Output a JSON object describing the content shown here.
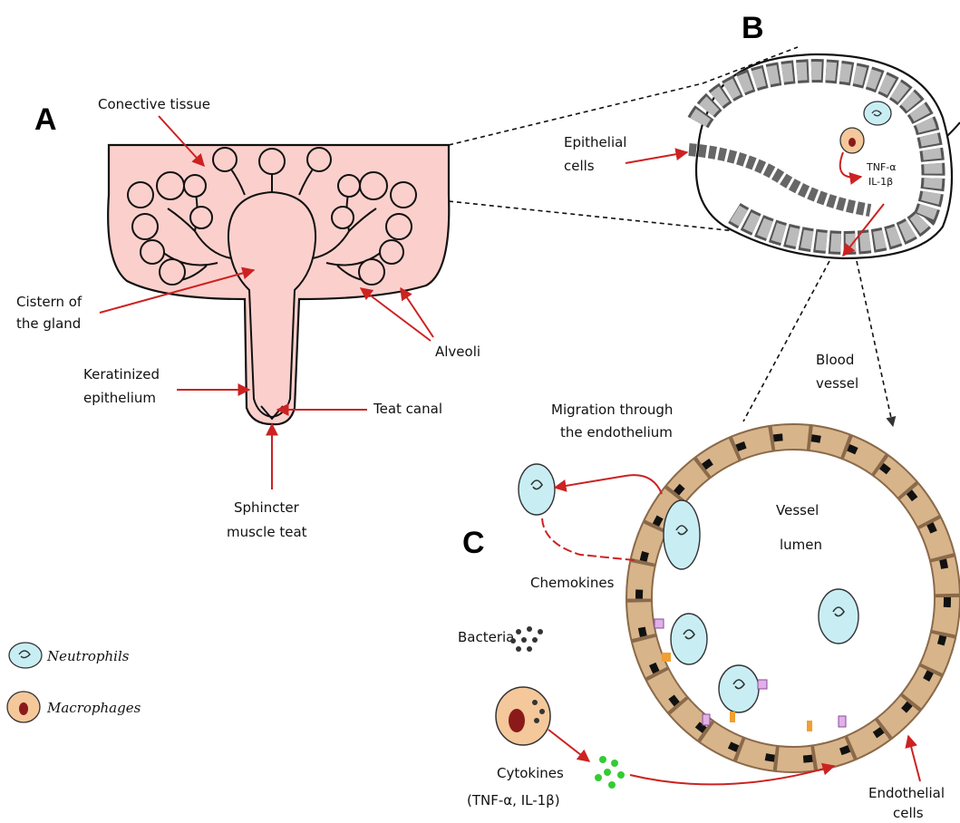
{
  "panels": {
    "a": "A",
    "b": "B",
    "c": "C"
  },
  "labels": {
    "conective_tissue": "Conective tissue",
    "cistern_1": "Cistern of",
    "cistern_2": "the gland",
    "keratinized_1": "Keratinized",
    "keratinized_2": "epithelium",
    "alveoli": "Alveoli",
    "teat_canal": "Teat canal",
    "sphincter_1": "Sphincter",
    "sphincter_2": "muscle teat",
    "epithelial_1": "Epithelial",
    "epithelial_2": "cells",
    "tnf": "TNF-α",
    "il1": "IL-1β",
    "blood_1": "Blood",
    "blood_2": "vessel",
    "migration_1": "Migration through",
    "migration_2": "the endothelium",
    "vessel_1": "Vessel",
    "vessel_2": "lumen",
    "chemokines": "Chemokines",
    "bacteria": "Bacteria",
    "cytokines": "Cytokines",
    "cytokines_sub": "(TNF-α, IL-1β)",
    "endothelial_1": "Endothelial",
    "endothelial_2": "cells"
  },
  "legend": {
    "neutrophils": "Neutrophils",
    "macrophages": "Macrophages"
  },
  "colors": {
    "tissue_pink": "#fbd0cc",
    "arrow_red": "#cc2222",
    "endothelium_tan": "#d8b48a",
    "neutrophil_cyan": "#c8eef4",
    "macrophage_orange": "#f4c89a",
    "macrophage_nucleus": "#8a1a1a",
    "cytokine_green": "#33cc33"
  }
}
